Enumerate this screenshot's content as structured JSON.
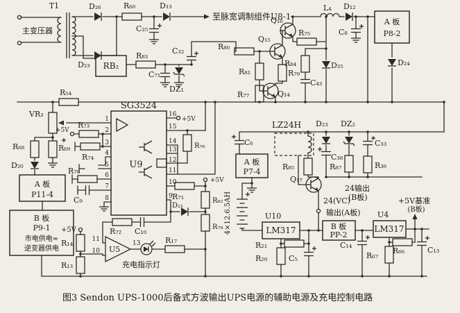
{
  "figure": {
    "caption": "图3  Sendon UPS-1000后备式方波输出UPS电源的辅助电源及充电控制电路"
  },
  "notes": {
    "pwm": "至脉宽调制组件U8-1",
    "transformer": "主变压器",
    "charge_led": "充电指示灯",
    "battery": "4×12.6.5AH",
    "vc24": "24(VC)",
    "out24": "24输出",
    "out24_board": "(B板)",
    "outA": "输出(A板)",
    "v5": "+5V",
    "v5ref": "+5V基准",
    "v5ref_board": "(B板)"
  },
  "parts": {
    "T1": "T1",
    "D26": "D₂₆",
    "D23a": "D₂₃",
    "R60": "R₆₀",
    "C25": "C₂₅",
    "D13": "D₁₃",
    "RB2": "RB₂",
    "R83": "R₈₃",
    "C71": "C₇₁",
    "DZ1": "DZ₁",
    "C32": "C₃₂",
    "R54": "R₅₄",
    "VR3": "VR₃",
    "R73": "R₇₃",
    "R74": "R₇₄",
    "R70": "R₇₀",
    "C9": "C₉",
    "R68": "R₆₈",
    "R69": "R₆₉",
    "D20": "D₂₀",
    "R14": "R₁₄",
    "R13": "R₁₃",
    "R80": "R₈₀",
    "R81": "R₈₁",
    "R77": "R₇₇",
    "R79": "R₇₉",
    "Q14": "Q₁₄",
    "Q15": "Q₁₅",
    "Q16": "Q₁₆",
    "R75": "R₇₅",
    "R84": "R₈₄",
    "C43": "C₄₃",
    "D25": "D₂₅",
    "L4": "L₄",
    "D12": "D₁₂",
    "C8": "C₈",
    "D24": "D₂₄",
    "R76": "R₇₆",
    "R71": "R₇₁",
    "R82": "R₈₂",
    "D21": "D₂₁",
    "R78": "R₇₈",
    "R72": "R₇₂",
    "C10": "C₁₀",
    "R17": "R₁₇",
    "LZ24H": "LZ24H",
    "D23b": "D₂₃",
    "DZ2": "DZ₂",
    "C6": "C₆",
    "C38": "C₃₈",
    "R85": "R₈₅",
    "R87": "R₈₇",
    "C33": "C₃₃",
    "R36": "R₃₆",
    "Q17": "Q₁₇",
    "R21": "R₂₁",
    "R20": "R₂₀",
    "C5": "C₅",
    "C14": "C₁₄",
    "R66": "R₆₆",
    "R67": "R₆₇",
    "C13": "C₁₃"
  },
  "ics": {
    "u9_part": "SG3524",
    "u9": "U9",
    "u5": "U5",
    "u10": "U10",
    "u10_part": "LM317",
    "u4": "U4",
    "u4_part": "LM317"
  },
  "u9_pins_left": [
    "1",
    "2",
    "3",
    "4",
    "5",
    "6",
    "7",
    "8"
  ],
  "u9_pins_right": [
    "16",
    "15",
    "14",
    "13",
    "12",
    "11",
    "10",
    "9"
  ],
  "u5_pins": [
    "11",
    "10",
    "13"
  ],
  "boards": {
    "p8": [
      "A 板",
      "P8-2"
    ],
    "p11": [
      "A 板",
      "P11-4"
    ],
    "p7": [
      "A 板",
      "P7-4"
    ],
    "p9": [
      "B 板",
      "P9-1",
      "市电供电≈",
      "逆变器供电"
    ],
    "pp2": [
      "B 板",
      "PP-2"
    ]
  }
}
